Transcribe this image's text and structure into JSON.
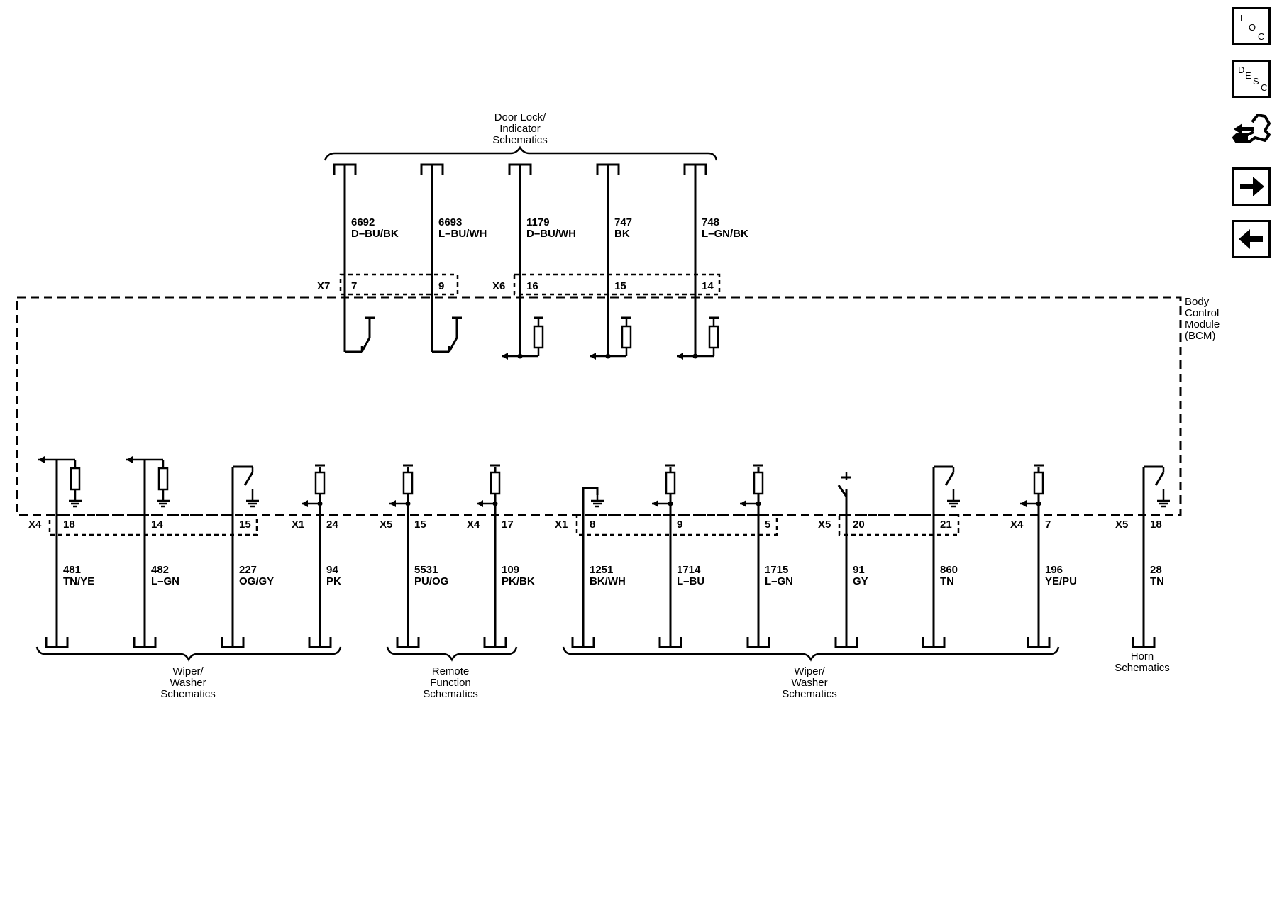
{
  "sidebar": {
    "loc": {
      "c1": "L",
      "c2": "O",
      "c3": "C"
    },
    "desc": {
      "c1": "D",
      "c2": "E",
      "c3": "S",
      "c4": "C"
    }
  },
  "module": {
    "lines": [
      "Body",
      "Control",
      "Module",
      "(BCM)"
    ]
  },
  "groups": {
    "door_lock": [
      "Door Lock/",
      "Indicator",
      "Schematics"
    ],
    "wiper_left": [
      "Wiper/",
      "Washer",
      "Schematics"
    ],
    "remote": [
      "Remote",
      "Function",
      "Schematics"
    ],
    "wiper_right": [
      "Wiper/",
      "Washer",
      "Schematics"
    ],
    "horn": [
      "Horn",
      "Schematics"
    ]
  },
  "top_circuits": [
    {
      "circuit": "6692",
      "color": "D–BU/BK",
      "connector": "X7",
      "pin": "7",
      "device": "switch"
    },
    {
      "circuit": "6693",
      "color": "L–BU/WH",
      "connector": "",
      "pin": "9",
      "device": "switch"
    },
    {
      "circuit": "1179",
      "color": "D–BU/WH",
      "connector": "X6",
      "pin": "16",
      "device": "resistor-out"
    },
    {
      "circuit": "747",
      "color": "BK",
      "connector": "",
      "pin": "15",
      "device": "resistor-out"
    },
    {
      "circuit": "748",
      "color": "L–GN/BK",
      "connector": "",
      "pin": "14",
      "device": "resistor-out"
    }
  ],
  "bottom_circuits": [
    {
      "circuit": "481",
      "color": "TN/YE",
      "connector": "X4",
      "pin": "18",
      "device": "out-resistor-ground"
    },
    {
      "circuit": "482",
      "color": "L–GN",
      "connector": "",
      "pin": "14",
      "device": "out-resistor-ground"
    },
    {
      "circuit": "227",
      "color": "OG/GY",
      "connector": "",
      "pin": "15",
      "device": "switch-ground"
    },
    {
      "circuit": "94",
      "color": "PK",
      "connector": "X1",
      "pin": "24",
      "device": "resistor-in"
    },
    {
      "circuit": "5531",
      "color": "PU/OG",
      "connector": "X5",
      "pin": "15",
      "device": "resistor-in"
    },
    {
      "circuit": "109",
      "color": "PK/BK",
      "connector": "X4",
      "pin": "17",
      "device": "resistor-in"
    },
    {
      "circuit": "1251",
      "color": "BK/WH",
      "connector": "X1",
      "pin": "8",
      "device": "ground"
    },
    {
      "circuit": "1714",
      "color": "L–BU",
      "connector": "",
      "pin": "9",
      "device": "resistor-in"
    },
    {
      "circuit": "1715",
      "color": "L–GN",
      "connector": "",
      "pin": "5",
      "device": "resistor-in"
    },
    {
      "circuit": "91",
      "color": "GY",
      "connector": "X5",
      "pin": "20",
      "device": "switch-open"
    },
    {
      "circuit": "860",
      "color": "TN",
      "connector": "",
      "pin": "21",
      "device": "switch-ground"
    },
    {
      "circuit": "196",
      "color": "YE/PU",
      "connector": "X4",
      "pin": "7",
      "device": "resistor-in"
    },
    {
      "circuit": "28",
      "color": "TN",
      "connector": "X5",
      "pin": "18",
      "device": "switch-ground"
    }
  ]
}
